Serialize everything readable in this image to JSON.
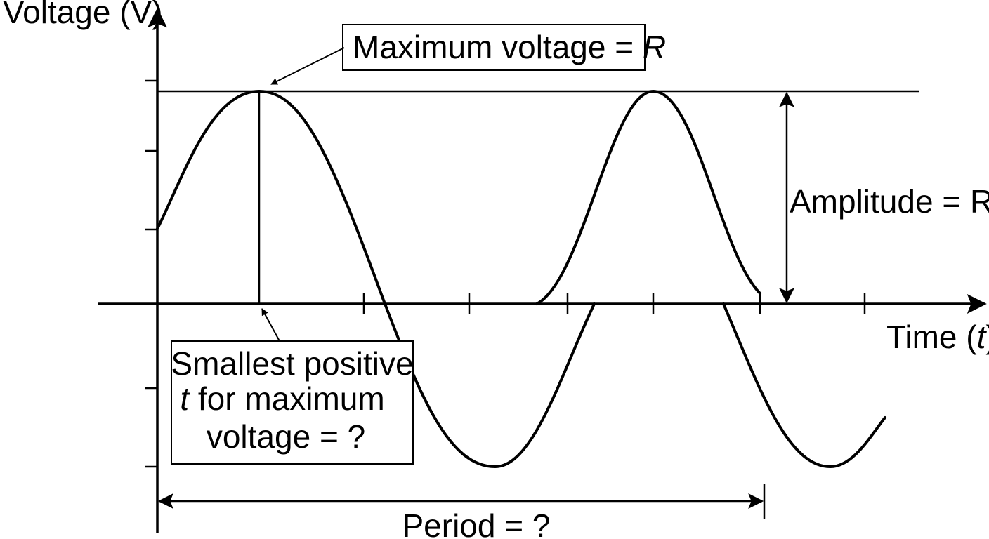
{
  "y_axis_label": "Voltage (V)",
  "x_axis_label_prefix": "Time (",
  "x_axis_label_var": "t",
  "x_axis_label_suffix": ")",
  "max_box": {
    "prefix": "Maximum voltage = ",
    "var": "R"
  },
  "amplitude_label": "Amplitude = R",
  "smallest_box": {
    "line1": "Smallest positive",
    "line2_var": "t",
    "line2_rest": " for maximum",
    "line3": "voltage = ?"
  },
  "period_label": "Period = ?"
}
